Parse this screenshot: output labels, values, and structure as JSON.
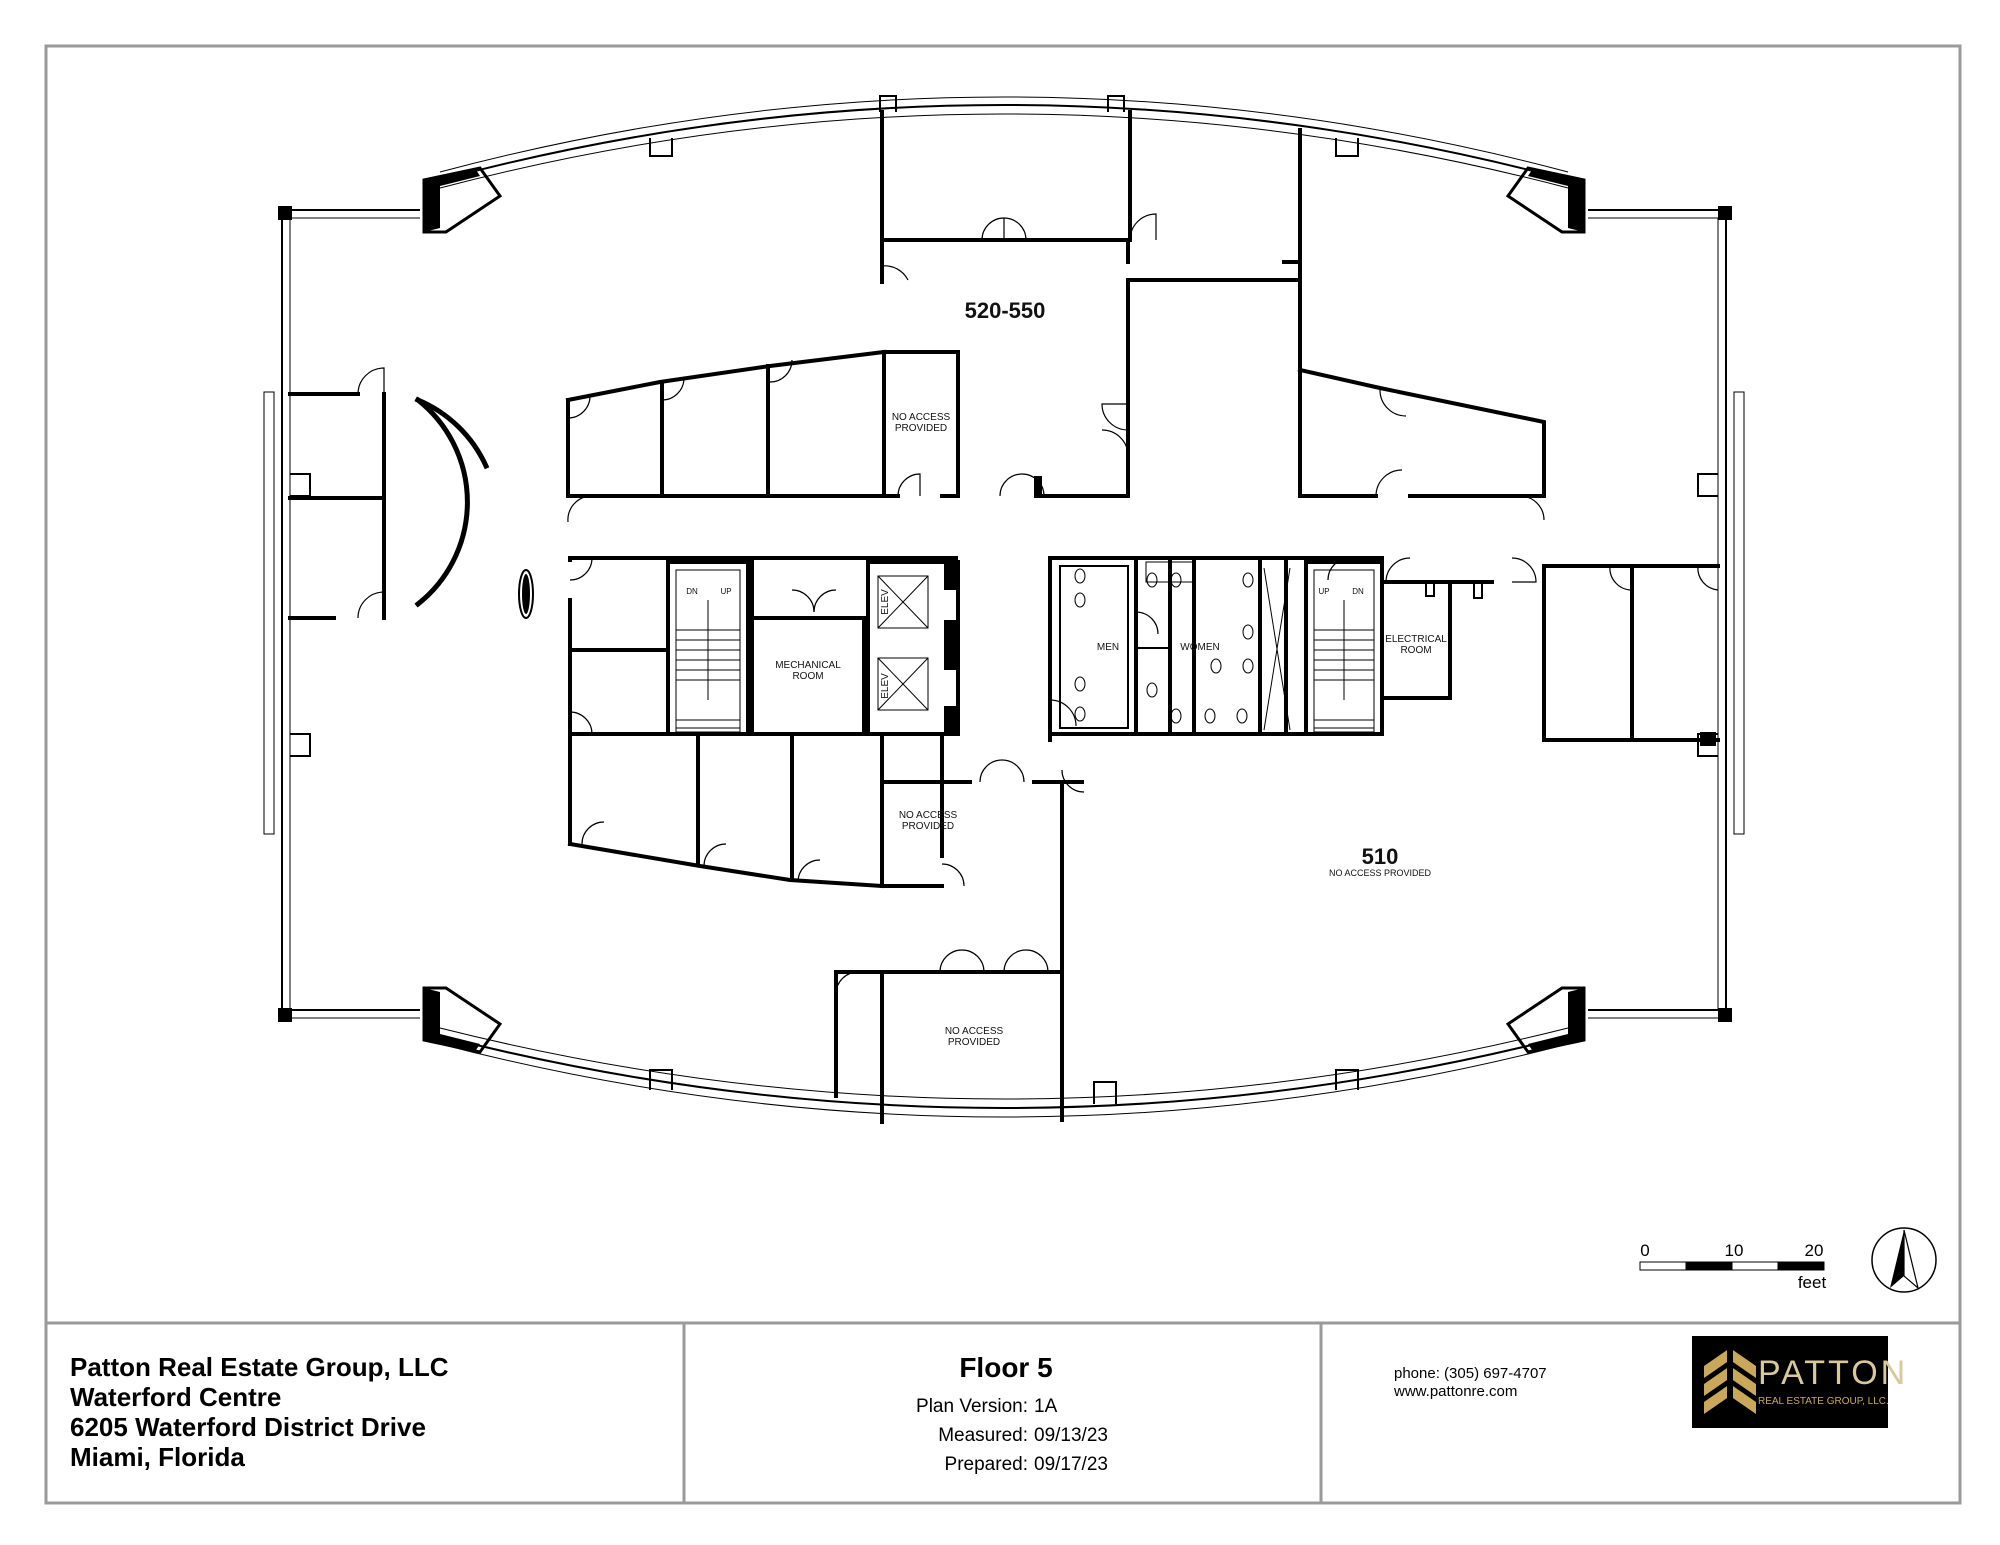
{
  "plan": {
    "suites": [
      {
        "label": "520-550"
      },
      {
        "label": "510",
        "note": "NO ACCESS PROVIDED"
      }
    ],
    "rooms": {
      "no_access_top": "NO ACCESS PROVIDED",
      "no_access_mid": "NO ACCESS PROVIDED",
      "no_access_bottom": "NO ACCESS PROVIDED",
      "mechanical": "MECHANICAL ROOM",
      "electrical": "ELECTRICAL ROOM",
      "men": "MEN",
      "women": "WOMEN",
      "elev": "ELEV",
      "stair_dn": "DN",
      "stair_up": "UP"
    }
  },
  "scale": {
    "ticks": [
      "0",
      "10",
      "20"
    ],
    "unit": "feet"
  },
  "title_block": {
    "company": "Patton Real Estate Group, LLC",
    "building": "Waterford Centre",
    "address": "6205 Waterford District Drive",
    "city": "Miami, Florida",
    "floor": "Floor 5",
    "plan_version_label": "Plan Version:",
    "plan_version": "1A",
    "measured_label": "Measured:",
    "measured": "09/13/23",
    "prepared_label": "Prepared:",
    "prepared": "09/17/23",
    "phone": "phone: (305) 697-4707",
    "web": "www.pattonre.com"
  },
  "logo": {
    "word": "PATTON",
    "sub": "REAL ESTATE GROUP, LLC.",
    "colors": {
      "bg": "#000000",
      "gold": "#c9a85a"
    }
  }
}
